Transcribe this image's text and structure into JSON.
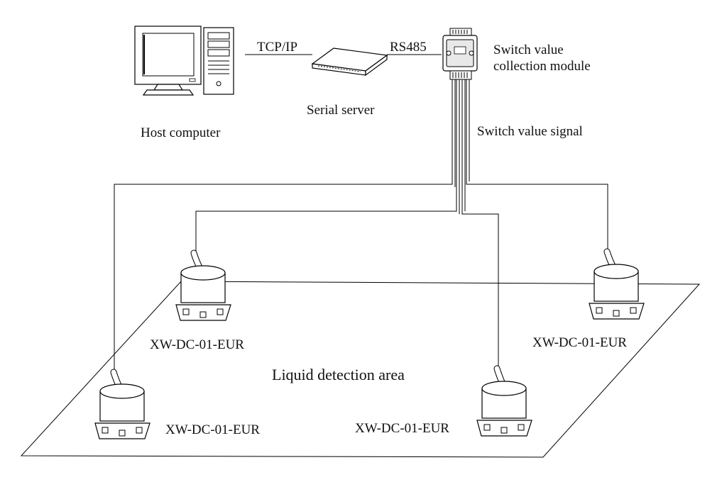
{
  "labels": {
    "host_computer": "Host computer",
    "serial_server": "Serial server",
    "tcp_ip": "TCP/IP",
    "rs485": "RS485",
    "module_line1": "Switch value",
    "module_line2": "collection module",
    "switch_signal": "Switch value signal",
    "area": "Liquid detection area"
  },
  "sensors": [
    {
      "label": "XW-DC-01-EUR"
    },
    {
      "label": "XW-DC-01-EUR"
    },
    {
      "label": "XW-DC-01-EUR"
    },
    {
      "label": "XW-DC-01-EUR"
    }
  ],
  "icons": [
    "computer-monitor-icon",
    "computer-tower-icon",
    "serial-server-icon",
    "io-module-icon",
    "liquid-sensor-icon"
  ]
}
